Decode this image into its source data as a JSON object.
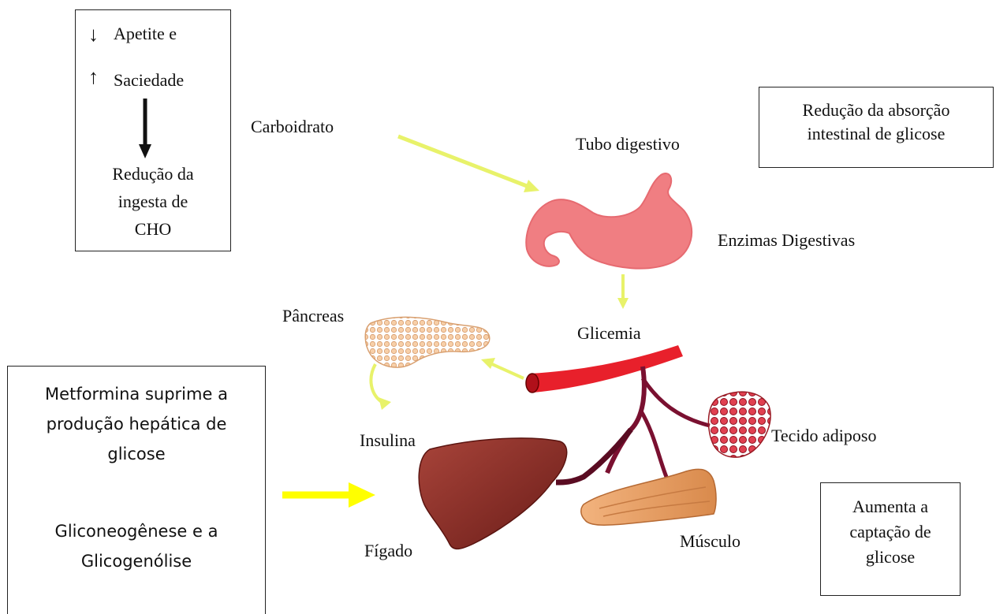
{
  "box_appetite": {
    "line1": "Apetite e",
    "line2": "Saciedade",
    "result_lines": [
      "Redução da",
      "ingesta de",
      "CHO"
    ]
  },
  "box_absorption": {
    "line1": "Redução da absorção",
    "line2": "intestinal de glicose"
  },
  "box_metformin": {
    "lines": [
      "Metformina suprime a",
      "produção hepática de",
      "glicose"
    ],
    "lines2": [
      "Gliconeogênese e a",
      "Glicogenólise"
    ]
  },
  "box_uptake": {
    "lines": [
      "Aumenta a",
      "captação de",
      "glicose"
    ]
  },
  "labels": {
    "carboidrato": "Carboidrato",
    "tubo": "Tubo digestivo",
    "enzimas": "Enzimas Digestivas",
    "pancreas": "Pâncreas",
    "glicemia": "Glicemia",
    "tecido": "Tecido adiposo",
    "insulina": "Insulina",
    "figado": "Fígado",
    "musculo": "Músculo"
  },
  "colors": {
    "arrow_yellow": "#e8f26a",
    "arrow_bright": "#ffff00",
    "stomach": "#f07e82",
    "vessel": "#e8202b",
    "vessel_dark": "#7a1030",
    "liver": "#8b2b22",
    "pancreas": "#f5c49a",
    "adipose": "#c8242e",
    "muscle": "#e8a065"
  }
}
